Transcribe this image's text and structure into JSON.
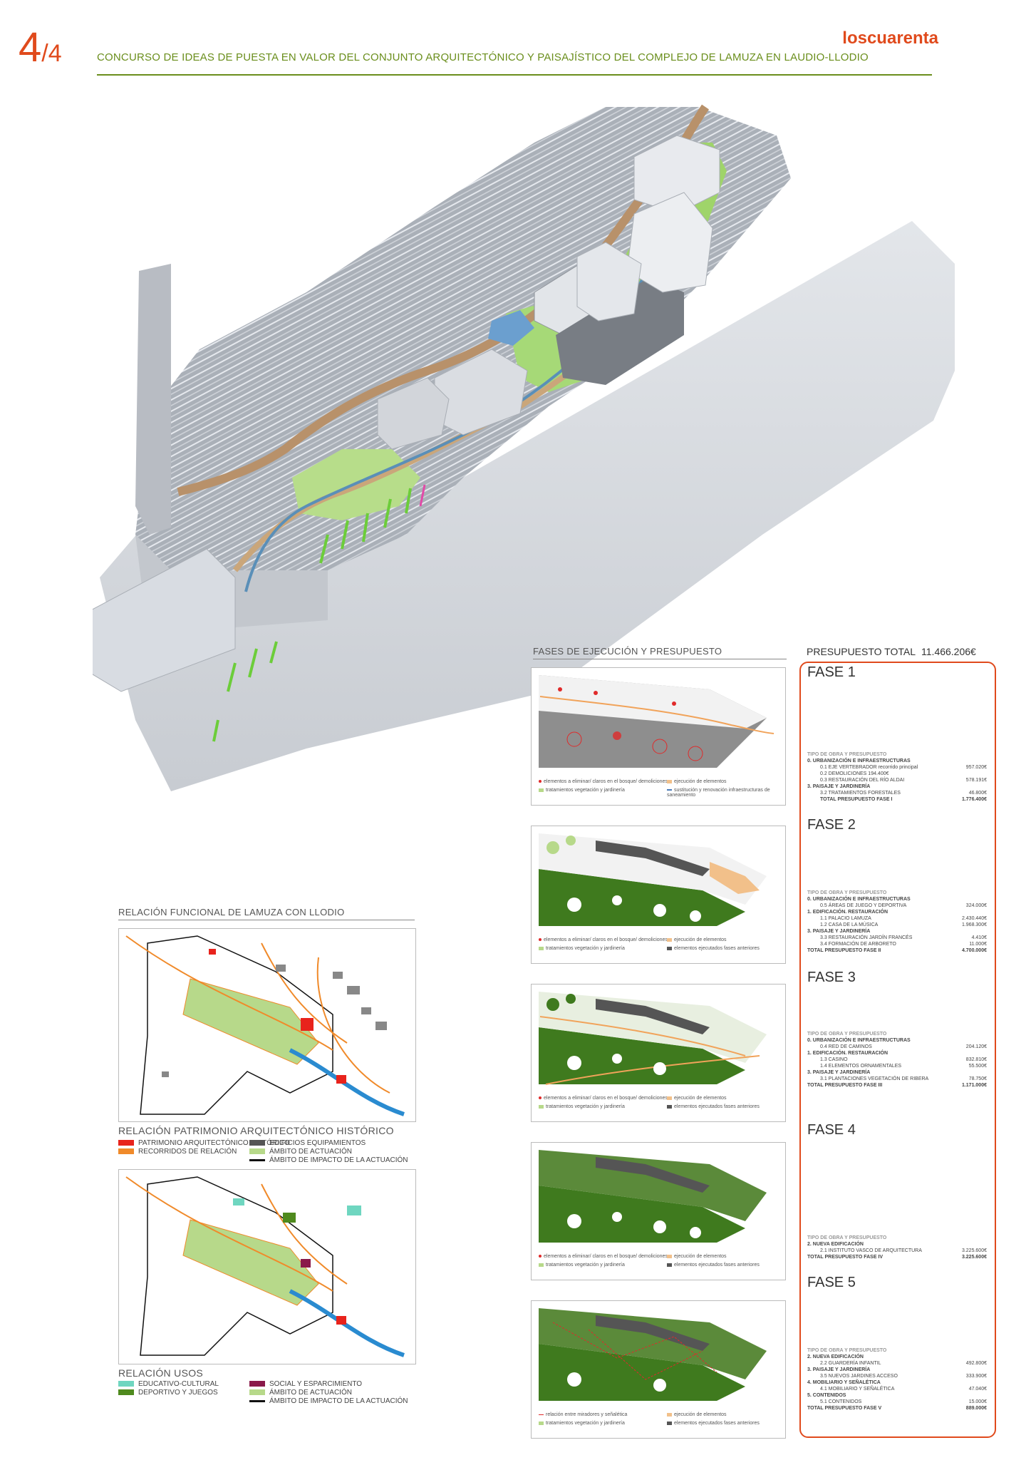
{
  "header": {
    "page_num": "4",
    "page_den": "/4",
    "brand": "loscuarenta",
    "title": "CONCURSO DE IDEAS DE PUESTA EN VALOR DEL CONJUNTO ARQUITECTÓNICO Y PAISAJÍSTICO DEL COMPLEJO DE LAMUZA EN LAUDIO-LLODIO"
  },
  "colors": {
    "accent": "#e04a1c",
    "olive": "#6a8e1c",
    "green_dark": "#3f7a1e",
    "green_light": "#b7d98a",
    "path": "#c8a77a"
  },
  "phases_section": {
    "title": "FASES DE EJECUCIÓN Y PRESUPUESTO",
    "legend_phase1": {
      "l1": "elementos a eliminar/ claros en el bosque/ demoliciones",
      "l2": "tratamientos vegetación y jardinería",
      "r1": "ejecución de elementos",
      "r2": "sustitución y renovación infraestructuras de saneamiento"
    },
    "legend_common": {
      "l1": "elementos a eliminar/ claros en el bosque/ demoliciones",
      "l2": "tratamientos vegetación y jardinería",
      "r1": "ejecución de elementos",
      "r2": "elementos ejecutados fases anteriores"
    },
    "legend_phase5": {
      "l1": "relación entre miradores y señalética",
      "l2": "tratamientos vegetación y jardinería",
      "r1": "ejecución de elementos",
      "r2": "elementos ejecutados fases anteriores"
    }
  },
  "budget": {
    "total_label": "PRESUPUESTO TOTAL",
    "total_value": "11.466.206€",
    "table_header": "TIPO DE OBRA Y PRESUPUESTO",
    "fase1": {
      "title": "FASE 1",
      "rows": [
        {
          "t": "0. URBANIZACIÓN E INFRAESTRUCTURAS",
          "v": "",
          "k": "cat"
        },
        {
          "t": "0.1 EJE VERTEBRADOR recorrido principal",
          "v": "957.020€",
          "k": "ind"
        },
        {
          "t": "0.2 DEMOLICIONES 194.400€",
          "v": "",
          "k": "ind"
        },
        {
          "t": "0.3 RESTAURACIÓN DEL RÍO ALDAI",
          "v": "578.191€",
          "k": "ind"
        },
        {
          "t": "3. PAISAJE Y JARDINERÍA",
          "v": "",
          "k": "cat"
        },
        {
          "t": "3.2 TRATAMIENTOS FORESTALES",
          "v": "46.800€",
          "k": "ind"
        },
        {
          "t": "TOTAL PRESUPUESTO FASE I",
          "v": "1.776.400€",
          "k": "tot ind"
        }
      ]
    },
    "fase2": {
      "title": "FASE 2",
      "rows": [
        {
          "t": "0. URBANIZACIÓN E INFRAESTRUCTURAS",
          "v": "",
          "k": "cat"
        },
        {
          "t": "0.5 ÁREAS DE JUEGO Y DEPORTIVA",
          "v": "324.000€",
          "k": "ind"
        },
        {
          "t": "1. EDIFICACIÓN. RESTAURACIÓN",
          "v": "",
          "k": "cat"
        },
        {
          "t": "1.1 PALACIO LAMUZA",
          "v": "2.430.440€",
          "k": "ind"
        },
        {
          "t": "1.2 CASA DE LA MÚSICA",
          "v": "1.968.300€",
          "k": "ind"
        },
        {
          "t": "3. PAISAJE Y JARDINERÍA",
          "v": "",
          "k": "cat"
        },
        {
          "t": "3.3 RESTAURACIÓN JARDÍN FRANCÉS",
          "v": "4.410€",
          "k": "ind"
        },
        {
          "t": "3.4 FORMACIÓN DE ARBORETO",
          "v": "11.000€",
          "k": "ind"
        },
        {
          "t": "TOTAL PRESUPUESTO FASE II",
          "v": "4.700.000€",
          "k": "tot"
        }
      ]
    },
    "fase3": {
      "title": "FASE 3",
      "rows": [
        {
          "t": "0. URBANIZACIÓN E INFRAESTRUCTURAS",
          "v": "",
          "k": "cat"
        },
        {
          "t": "0.4 RED DE CAMINOS",
          "v": "204.120€",
          "k": "ind"
        },
        {
          "t": "1. EDIFICACIÓN. RESTAURACIÓN",
          "v": "",
          "k": "cat"
        },
        {
          "t": "1.3 CASINO",
          "v": "832.810€",
          "k": "ind"
        },
        {
          "t": "1.4 ELEMENTOS ORNAMENTALES",
          "v": "55.500€",
          "k": "ind"
        },
        {
          "t": "3. PAISAJE Y JARDINERÍA",
          "v": "",
          "k": "cat"
        },
        {
          "t": "3.1 PLANTACIONES VEGETACIÓN DE RIBERA",
          "v": "78.750€",
          "k": "ind"
        },
        {
          "t": "TOTAL PRESUPUESTO FASE III",
          "v": "1.171.000€",
          "k": "tot"
        }
      ]
    },
    "fase4": {
      "title": "FASE 4",
      "rows": [
        {
          "t": "2. NUEVA EDIFICACIÓN",
          "v": "",
          "k": "cat"
        },
        {
          "t": "2.1 INSTITUTO VASCO DE ARQUITECTURA",
          "v": "3.225.600€",
          "k": "ind"
        },
        {
          "t": "TOTAL PRESUPUESTO FASE IV",
          "v": "3.225.600€",
          "k": "tot"
        }
      ]
    },
    "fase5": {
      "title": "FASE 5",
      "rows": [
        {
          "t": "2. NUEVA EDIFICACIÓN",
          "v": "",
          "k": "cat"
        },
        {
          "t": "2.2 GUARDERÍA INFANTIL",
          "v": "492.800€",
          "k": "ind"
        },
        {
          "t": "3. PAISAJE Y JARDINERÍA",
          "v": "",
          "k": "cat"
        },
        {
          "t": "3.5 NUEVOS JARDINES ACCESO",
          "v": "333.900€",
          "k": "ind"
        },
        {
          "t": "4. MOBILIARIO Y SEÑALÉTICA",
          "v": "",
          "k": "cat"
        },
        {
          "t": "4.1 MOBILIARIO Y SEÑALÉTICA",
          "v": "47.040€",
          "k": "ind"
        },
        {
          "t": "5. CONTENIDOS",
          "v": "",
          "k": "cat"
        },
        {
          "t": "5.1 CONTENIDOS",
          "v": "15.000€",
          "k": "ind"
        },
        {
          "t": "TOTAL PRESUPUESTO FASE V",
          "v": "889.000€",
          "k": "tot"
        }
      ]
    }
  },
  "relacion": {
    "title": "RELACIÓN FUNCIONAL DE LAMUZA CON LLODIO",
    "patrimonio": {
      "title": "RELACIÓN PATRIMONIO ARQUITECTÓNICO HISTÓRICO",
      "legend": [
        {
          "label": "PATRIMONIO ARQUITECTÓNICO HISTÓRICO",
          "color": "#e8231c"
        },
        {
          "label": "RECORRIDOS DE RELACIÓN",
          "color": "#f08a2a"
        },
        {
          "label": "EDIFICIOS EQUIPAMIENTOS",
          "color": "#555555"
        },
        {
          "label": "ÁMBITO DE ACTUACIÓN",
          "color": "#b7d98a"
        },
        {
          "label": "ÁMBITO DE IMPACTO DE LA ACTUACIÓN",
          "color": "#111111"
        }
      ]
    },
    "usos": {
      "title": "RELACIÓN USOS",
      "legend": [
        {
          "label": "EDUCATIVO-CULTURAL",
          "color": "#6fd6c0"
        },
        {
          "label": "DEPORTIVO Y JUEGOS",
          "color": "#4f8a1e"
        },
        {
          "label": "SOCIAL Y ESPARCIMIENTO",
          "color": "#8a1a4a"
        },
        {
          "label": "ÁMBITO DE ACTUACIÓN",
          "color": "#b7d98a"
        },
        {
          "label": "ÁMBITO DE IMPACTO DE LA ACTUACIÓN",
          "color": "#111111"
        }
      ]
    }
  }
}
